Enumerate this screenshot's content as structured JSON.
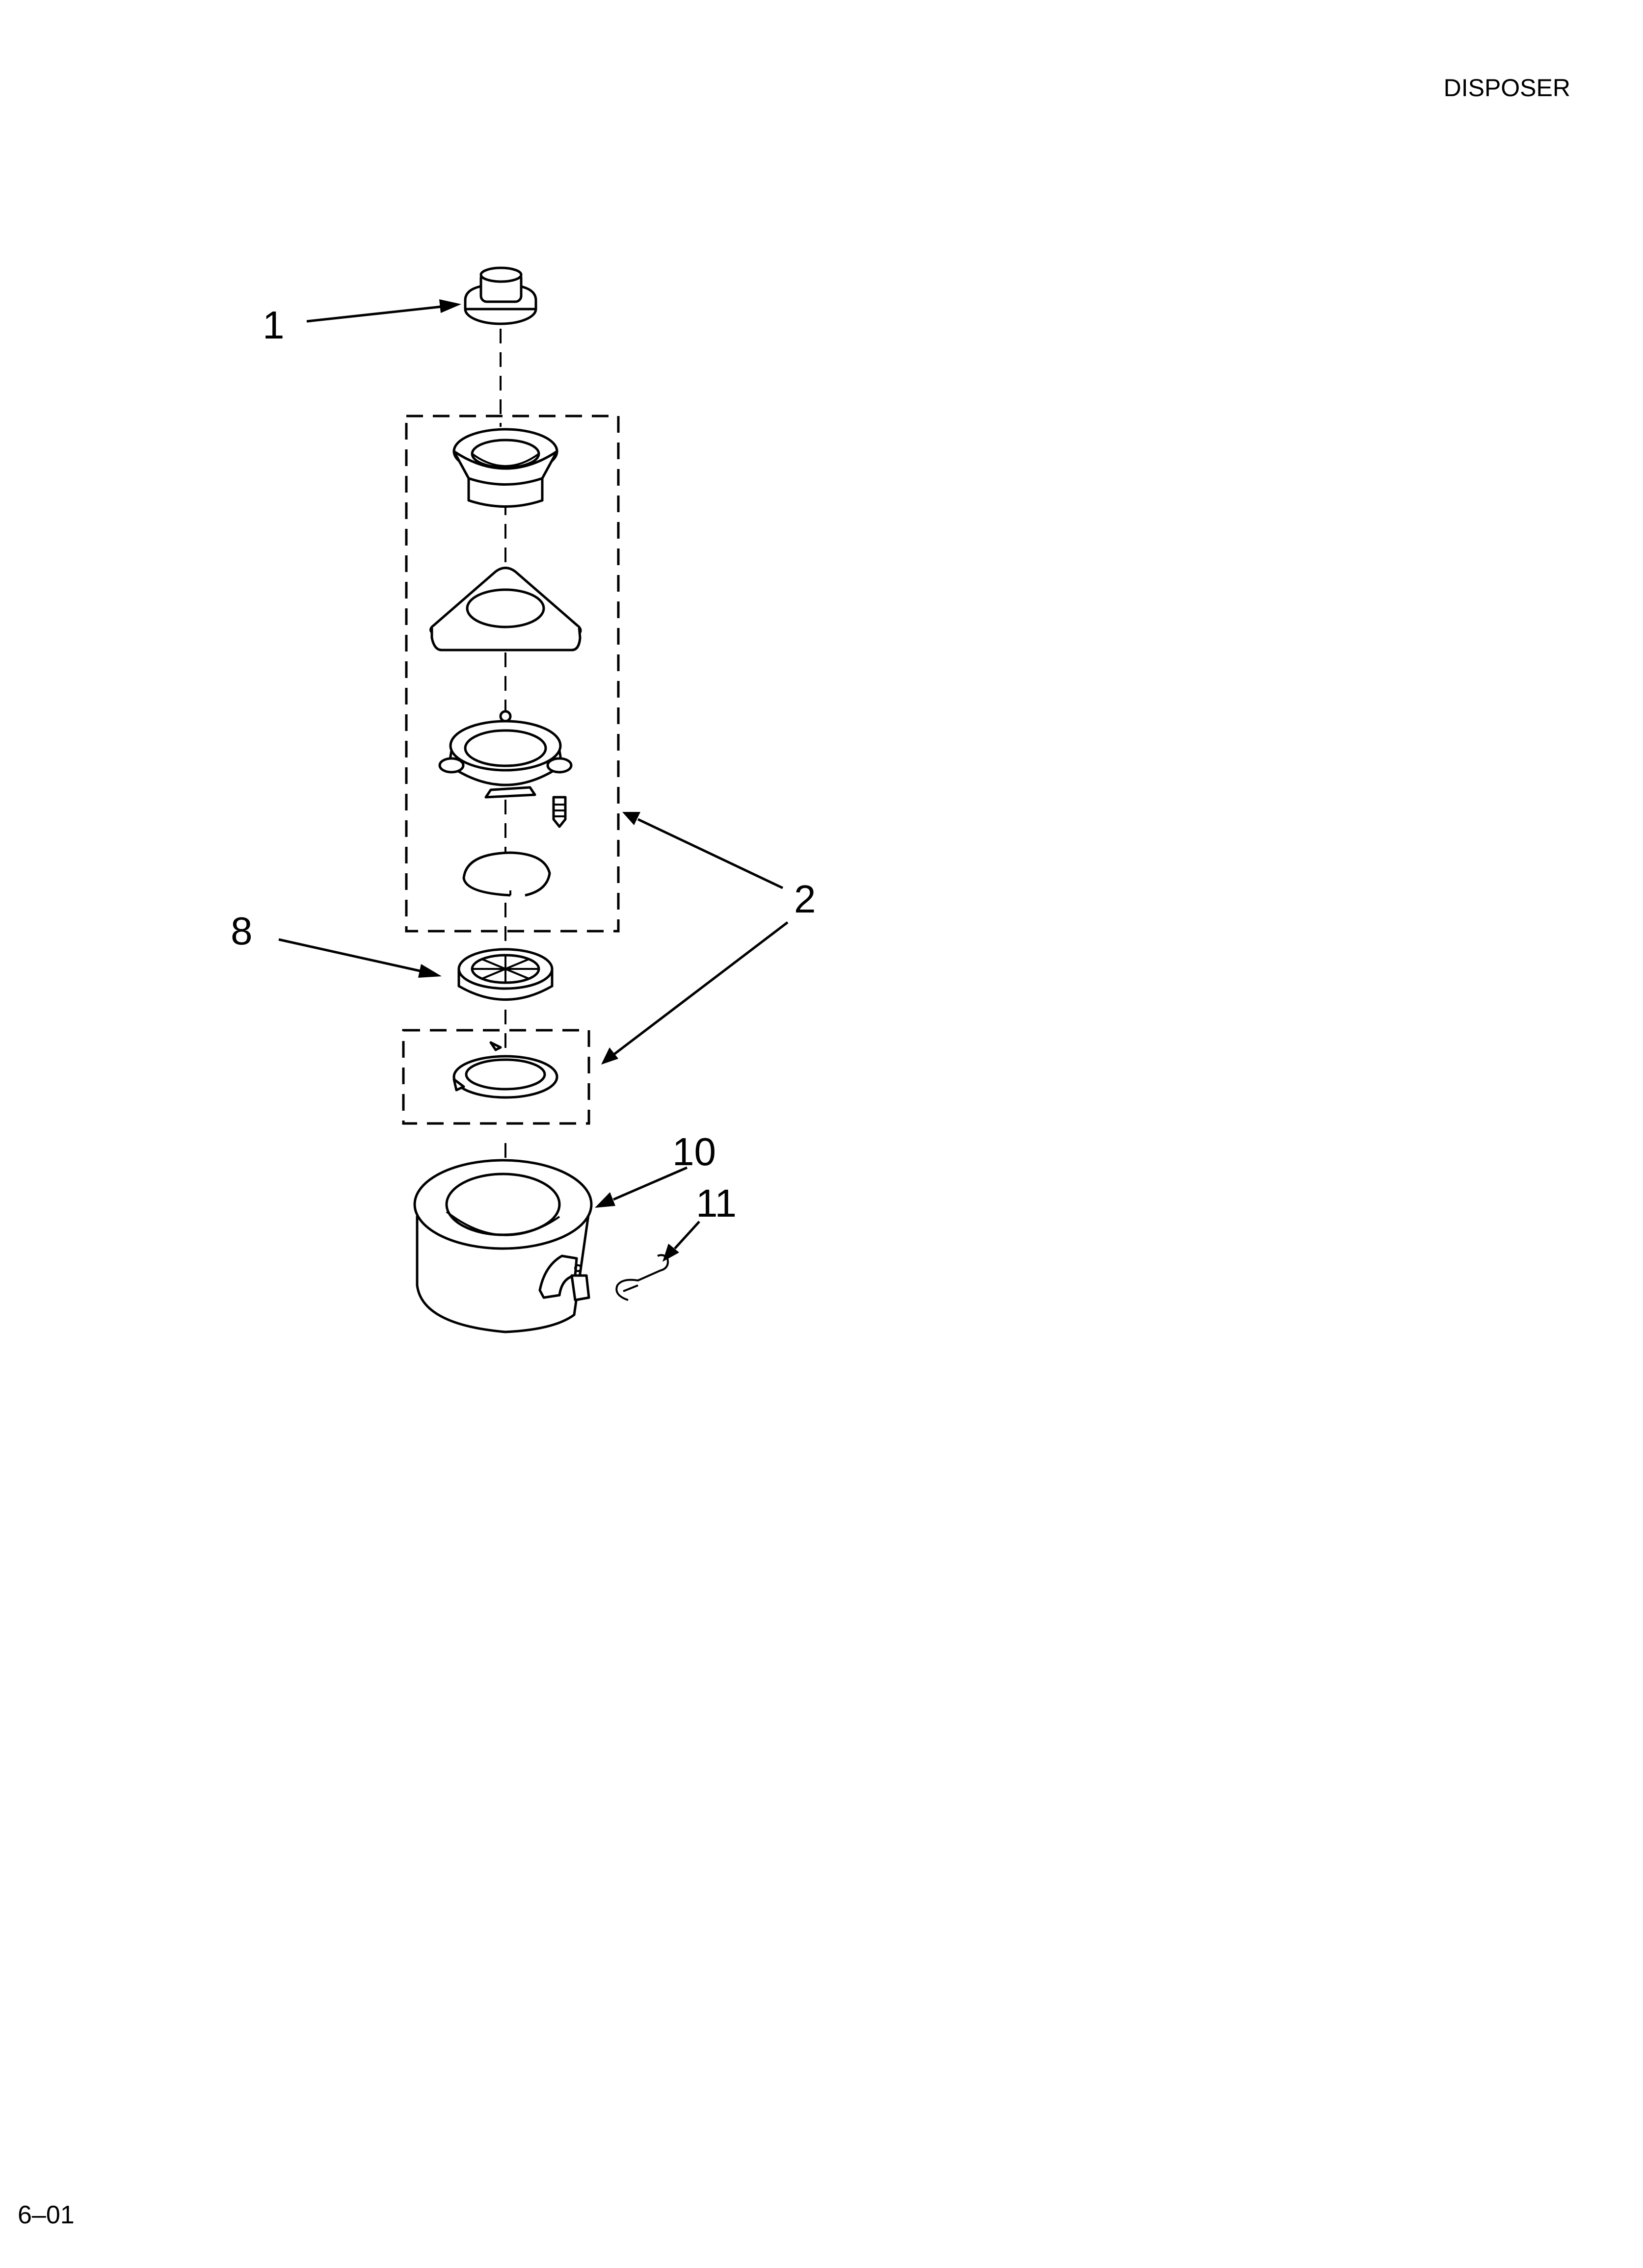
{
  "header": {
    "title": "DISPOSER"
  },
  "footer": {
    "code": "6–01"
  },
  "callouts": {
    "c1": "1",
    "c2": "2",
    "c8": "8",
    "c10": "10",
    "c11": "11"
  }
}
